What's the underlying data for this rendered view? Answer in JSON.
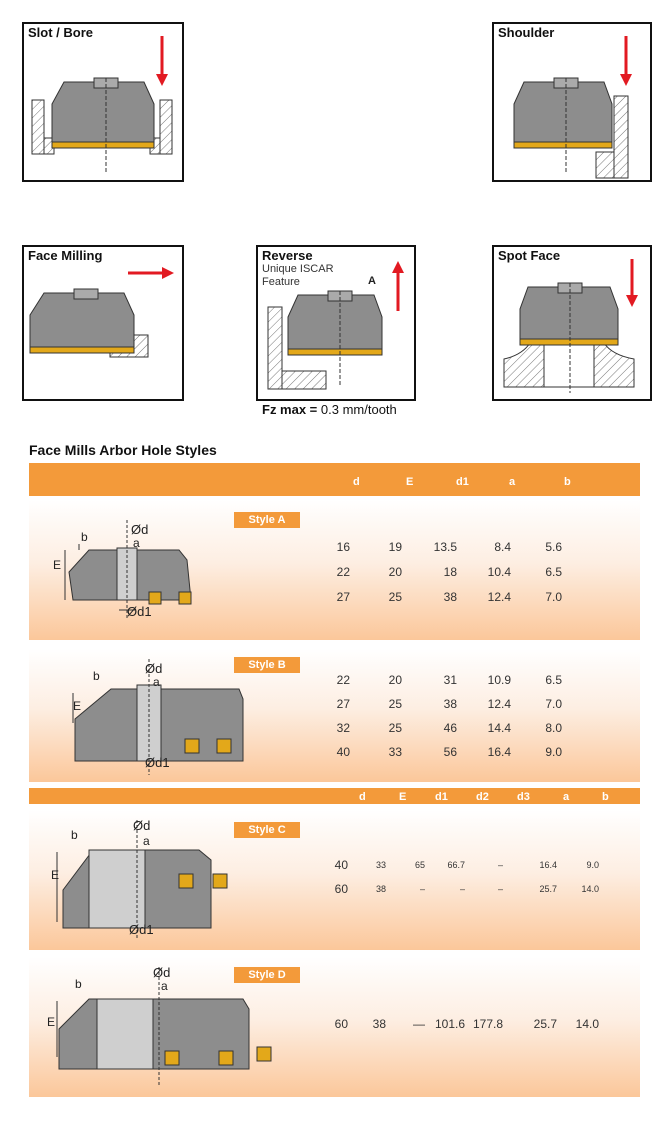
{
  "operations": [
    {
      "id": "slot-bore",
      "label": "Slot / Bore"
    },
    {
      "id": "shoulder",
      "label": "Shoulder"
    },
    {
      "id": "face-milling",
      "label": "Face Milling"
    },
    {
      "id": "reverse",
      "label": "Reverse",
      "sub1": "Unique ISCAR",
      "sub2": "Feature",
      "mark": "A"
    },
    {
      "id": "spot-face",
      "label": "Spot Face"
    }
  ],
  "fz": {
    "label": "Fz max =",
    "value": "0.3 mm/tooth"
  },
  "section_title": "Face Mills Arbor Hole Styles",
  "header_ab": [
    "d",
    "E",
    "d1",
    "a",
    "b"
  ],
  "header_cd": [
    "d",
    "E",
    "d1",
    "d2",
    "d3",
    "a",
    "b"
  ],
  "diagram_labels": {
    "od": "Ød",
    "a": "a",
    "b": "b",
    "e": "E",
    "od1": "Ød1"
  },
  "styles": [
    {
      "tag": "Style A",
      "rows": [
        [
          "16",
          "19",
          "13.5",
          "8.4",
          "5.6"
        ],
        [
          "22",
          "20",
          "18",
          "10.4",
          "6.5"
        ],
        [
          "27",
          "25",
          "38",
          "12.4",
          "7.0"
        ]
      ]
    },
    {
      "tag": "Style B",
      "rows": [
        [
          "22",
          "20",
          "31",
          "10.9",
          "6.5"
        ],
        [
          "27",
          "25",
          "38",
          "12.4",
          "7.0"
        ],
        [
          "32",
          "25",
          "46",
          "14.4",
          "8.0"
        ],
        [
          "40",
          "33",
          "56",
          "16.4",
          "9.0"
        ]
      ]
    },
    {
      "tag": "Style C",
      "rows": [
        [
          "40",
          "33",
          "65",
          "66.7",
          "–",
          "16.4",
          "9.0"
        ],
        [
          "60",
          "38",
          "–",
          "–",
          "–",
          "25.7",
          "14.0"
        ]
      ]
    },
    {
      "tag": "Style D",
      "rows": [
        [
          "60",
          "38",
          "—",
          "101.6",
          "177.8",
          "25.7",
          "14.0"
        ]
      ]
    }
  ]
}
